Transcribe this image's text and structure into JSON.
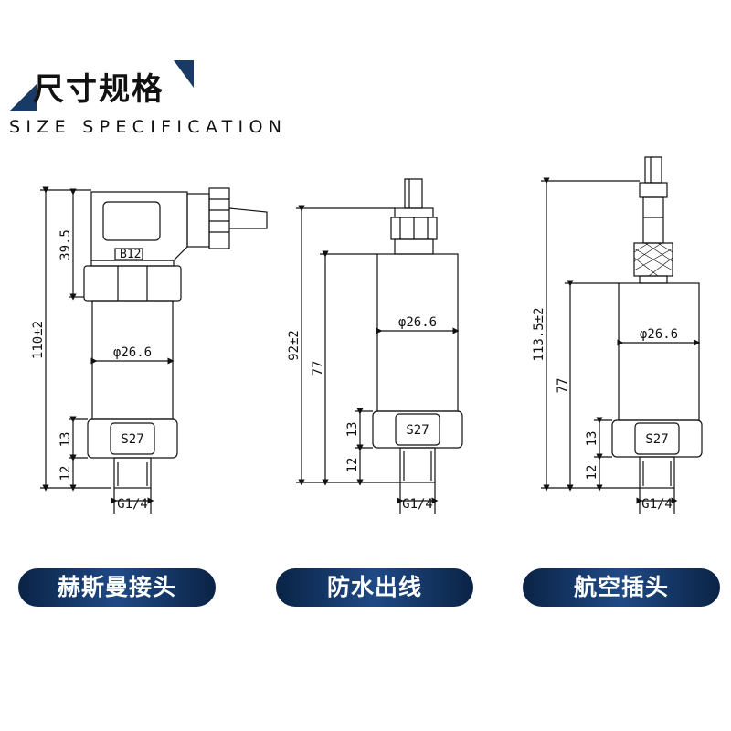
{
  "header": {
    "title": "尺寸规格",
    "subtitle": "SIZE SPECIFICATION"
  },
  "sensors": [
    {
      "name": "赫斯曼接头",
      "overall_height": "110±2",
      "connector_height": "39.5",
      "diameter": "φ26.6",
      "hex_height": "13",
      "hex_label": "S27",
      "thread_height": "12",
      "thread_label": "G1/4",
      "connector_tag": "B12"
    },
    {
      "name": "防水出线",
      "overall_height": "92±2",
      "body_height": "77",
      "diameter": "φ26.6",
      "hex_height": "13",
      "hex_label": "S27",
      "thread_height": "12",
      "thread_label": "G1/4"
    },
    {
      "name": "航空插头",
      "overall_height": "113.5±2",
      "body_height": "77",
      "diameter": "φ26.6",
      "hex_height": "13",
      "hex_label": "S27",
      "thread_height": "12",
      "thread_label": "G1/4"
    }
  ],
  "colors": {
    "pill_dark": "#0a2345",
    "pill_light": "#1f4a86",
    "title_box": "#1a1a1a"
  }
}
